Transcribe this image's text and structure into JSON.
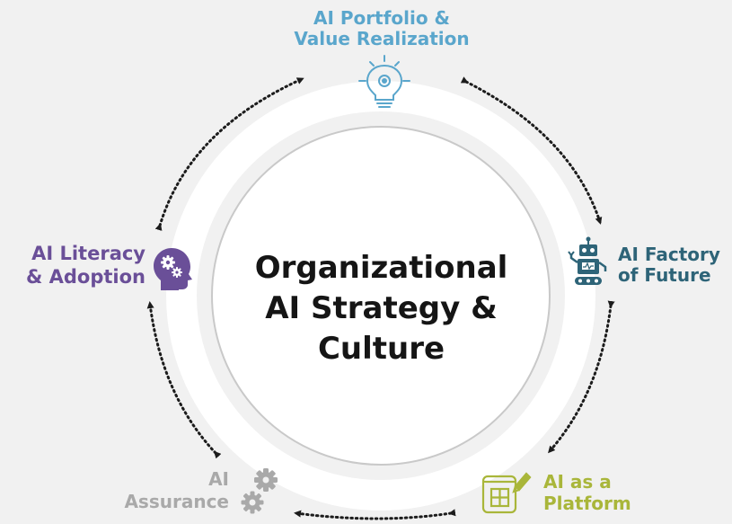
{
  "center": {
    "line1": "Organizational",
    "line2": "AI Strategy &",
    "line3": "Culture"
  },
  "nodes": {
    "portfolio": {
      "line1": "AI Portfolio &",
      "line2": "Value Realization",
      "color": "#5aa6cc",
      "icon": "lightbulb-gear-icon"
    },
    "factory": {
      "line1": "AI Factory",
      "line2": "of Future",
      "color": "#2e6478",
      "icon": "robot-icon"
    },
    "platform": {
      "line1": "AI as a",
      "line2": "Platform",
      "color": "#a9b63a",
      "icon": "blueprint-pencil-icon"
    },
    "assurance": {
      "line1": "AI",
      "line2": "Assurance",
      "color": "#a9a9a9",
      "icon": "gears-icon"
    },
    "literacy": {
      "line1": "AI Literacy",
      "line2": "& Adoption",
      "color": "#6a4f98",
      "icon": "head-gears-icon"
    }
  },
  "colors": {
    "background": "#f1f1f1",
    "ring": "#ffffff",
    "circle_border": "#c9c9c9",
    "arrow": "#1c1c1c",
    "title": "#151515"
  }
}
